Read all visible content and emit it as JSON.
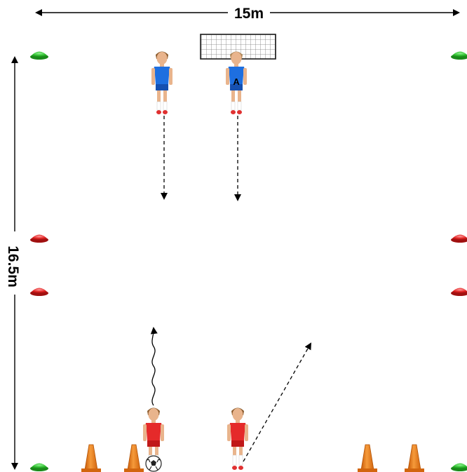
{
  "dimensions": {
    "width_label": "15m",
    "height_label": "16.5m"
  },
  "players": {
    "defender_left": {
      "label": ""
    },
    "defender_a": {
      "label": "A"
    },
    "attacker_ball": {
      "label": ""
    },
    "attacker_right": {
      "label": ""
    }
  },
  "colors": {
    "defender_shirt": "#1e6fe0",
    "attacker_shirt": "#e52a2a",
    "corner_marker": "#2fbf2f",
    "mid_marker": "#e02020",
    "cone": "#ef7a1a"
  },
  "icons": {
    "goal": "goal-net-icon",
    "ball": "soccer-ball-icon",
    "cone": "training-cone-icon",
    "marker": "disc-marker-icon"
  }
}
